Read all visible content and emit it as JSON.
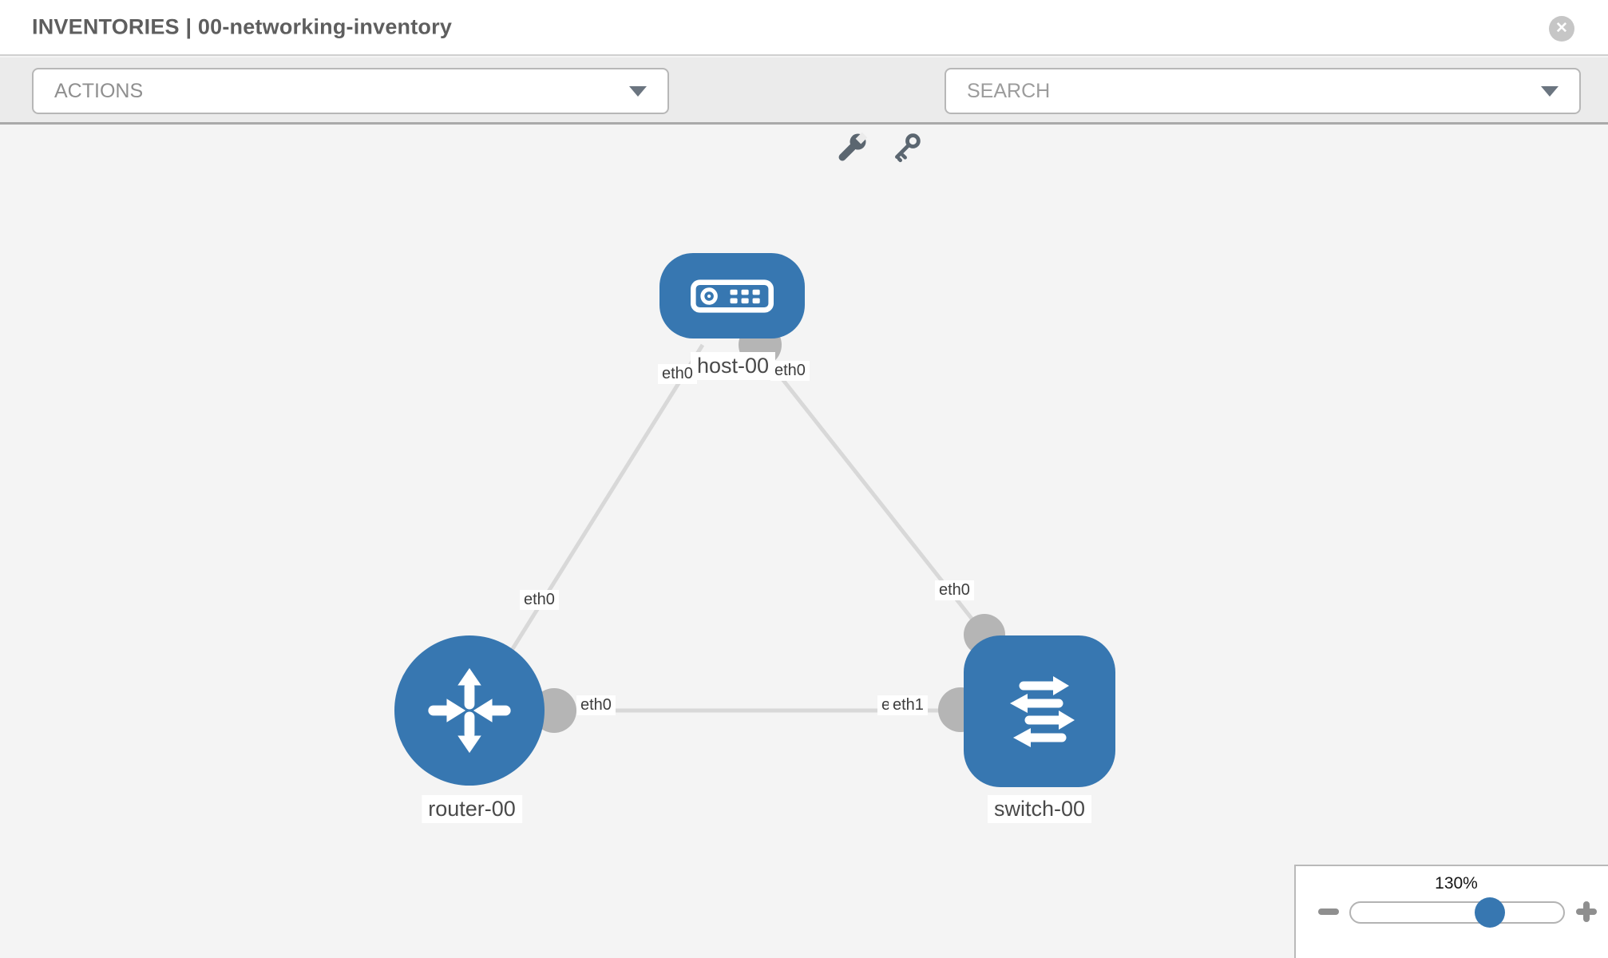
{
  "header": {
    "title": "INVENTORIES | 00-networking-inventory",
    "close_glyph": "✕"
  },
  "toolbar": {
    "actions_label": "ACTIONS",
    "search_placeholder": "SEARCH"
  },
  "topology": {
    "nodes": [
      {
        "id": "host-00",
        "type": "host",
        "label": "host-00"
      },
      {
        "id": "router-00",
        "type": "router",
        "label": "router-00"
      },
      {
        "id": "switch-00",
        "type": "switch",
        "label": "switch-00"
      }
    ],
    "links": [
      {
        "source": "host-00",
        "target": "router-00",
        "source_port": "eth0",
        "target_port": "eth0"
      },
      {
        "source": "host-00",
        "target": "switch-00",
        "source_port": "eth0",
        "target_port": "eth0"
      },
      {
        "source": "router-00",
        "target": "switch-00",
        "source_port": "eth0",
        "target_ports": [
          "eth0",
          "eth1"
        ]
      }
    ]
  },
  "zoom_control": {
    "level": "130%"
  },
  "icons": {
    "close": "close-icon",
    "wrench": "wrench-icon",
    "key": "key-icon",
    "dropdown_caret": "chevron-down-icon",
    "zoom_out": "minus-icon",
    "zoom_in": "plus-icon"
  },
  "colors": {
    "node_blue": "#3777b1",
    "link_gray": "#d8d8d8",
    "connector_gray": "#b5b5b5",
    "toolbar_bg": "#ebebeb",
    "canvas_bg": "#f4f4f4",
    "icon_slate": "#5b6670"
  }
}
